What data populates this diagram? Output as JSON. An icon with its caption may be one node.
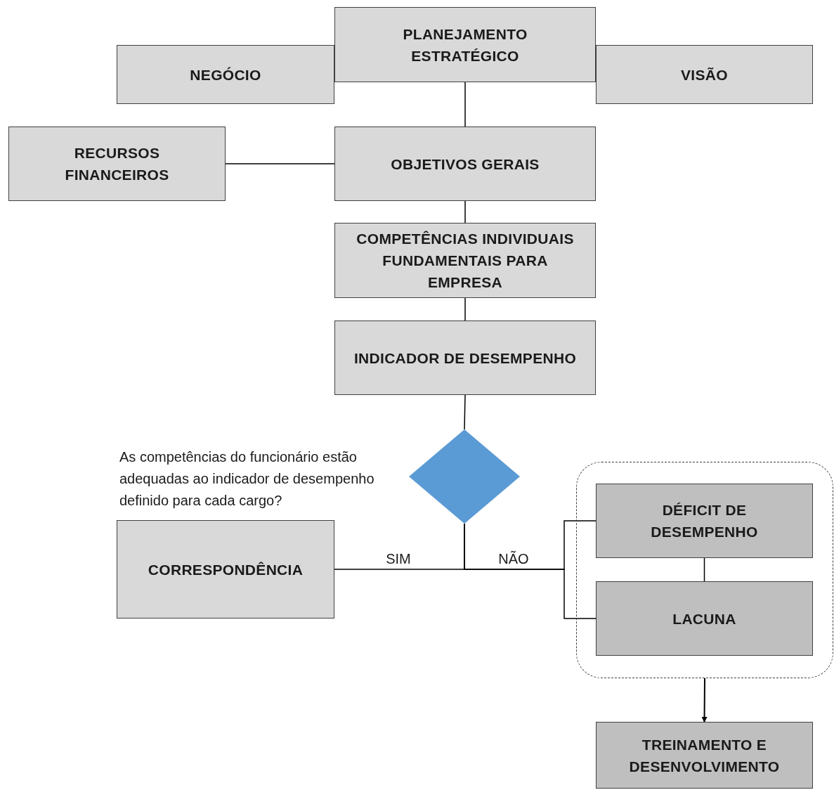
{
  "diagram": {
    "nodes": [
      {
        "text": [
          "PLANEJAMENTO ESTRATÉGICO"
        ]
      },
      {
        "text": [
          "NEGÓCIO"
        ]
      },
      {
        "text": [
          "VISÃO"
        ]
      },
      {
        "text": [
          "RECURSOS FINANCEIROS"
        ]
      },
      {
        "text": [
          "OBJETIVOS GERAIS"
        ]
      },
      {
        "text": [
          "COMPETÊNCIAS INDIVIDUAIS FUNDAMENTAIS PARA EMPRESA"
        ]
      },
      {
        "text": [
          "INDICADOR DE DESEMPENHO"
        ]
      },
      {
        "text": [],
        "shape": "diamond"
      },
      {
        "text": [
          "CORRESPONDÊNCIA"
        ]
      },
      {
        "text": [],
        "shape": "box"
      },
      {
        "text": [
          "DÉFICIT DE DESEMPENHO"
        ],
        "in": 9
      },
      {
        "text": [
          "LACUNA"
        ],
        "in": 9
      },
      {
        "text": [
          "TREINAMENTO E DESENVOLVIMENTO"
        ]
      }
    ],
    "edges": [
      {
        "from": 0,
        "to": 4,
        "arrow": "none"
      },
      {
        "from": 3,
        "to": 4,
        "arrow": "none"
      },
      {
        "from": 4,
        "to": 5,
        "arrow": "none"
      },
      {
        "from": 5,
        "to": 6,
        "arrow": "none"
      },
      {
        "from": 6,
        "to": 7,
        "arrow": "none"
      },
      {
        "from": 7,
        "to": 8,
        "arrow": "none",
        "label": "SIM"
      },
      {
        "from": 7,
        "to": 10,
        "arrow": "none",
        "label": "NÃO"
      },
      {
        "from": 7,
        "to": 11,
        "arrow": "none"
      },
      {
        "from": 10,
        "to": 11,
        "arrow": "none"
      },
      {
        "from": 9,
        "to": 12,
        "arrow": "to"
      }
    ],
    "labels": [
      "As competências do funcionário estão adequadas ao indicador de desempenho definido para cada cargo?"
    ]
  }
}
